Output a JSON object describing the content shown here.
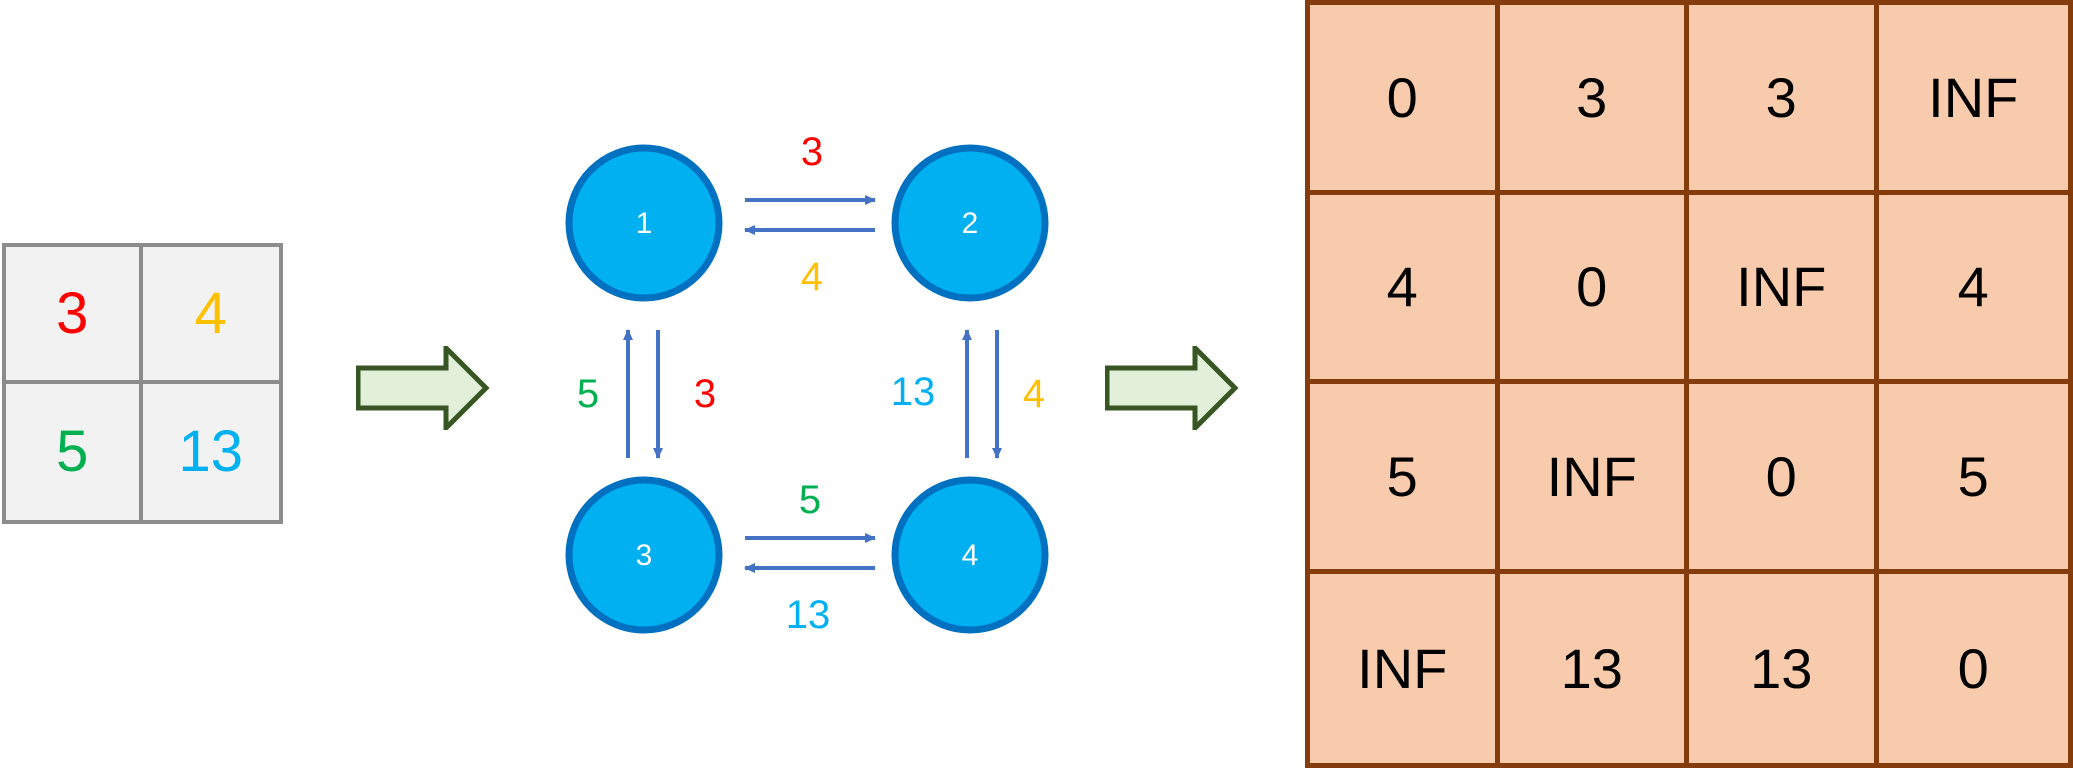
{
  "input_grid": {
    "cells": [
      {
        "value": "3",
        "color": "#ff0000"
      },
      {
        "value": "4",
        "color": "#ffc000"
      },
      {
        "value": "5",
        "color": "#00b050"
      },
      {
        "value": "13",
        "color": "#00b0f0"
      }
    ]
  },
  "graph": {
    "node_color": "#00b0f0",
    "node_border": "#0070c0",
    "edge_color": "#4472c4",
    "nodes": [
      "1",
      "2",
      "3",
      "4"
    ],
    "edge_labels": {
      "n1_to_n2": {
        "value": "3",
        "color": "#ff0000"
      },
      "n2_to_n1": {
        "value": "4",
        "color": "#ffc000"
      },
      "n3_to_n1": {
        "value": "5",
        "color": "#00b050"
      },
      "n1_to_n3": {
        "value": "3",
        "color": "#ff0000"
      },
      "n4_to_n2": {
        "value": "13",
        "color": "#00b0f0"
      },
      "n2_to_n4": {
        "value": "4",
        "color": "#ffc000"
      },
      "n3_to_n4": {
        "value": "5",
        "color": "#00b050"
      },
      "n4_to_n3": {
        "value": "13",
        "color": "#00b0f0"
      }
    }
  },
  "matrix": {
    "rows": [
      [
        "0",
        "3",
        "3",
        "INF"
      ],
      [
        "4",
        "0",
        "INF",
        "4"
      ],
      [
        "5",
        "INF",
        "0",
        "5"
      ],
      [
        "INF",
        "13",
        "13",
        "0"
      ]
    ],
    "fill_color": "#f8cbad",
    "border_color": "#843c0c"
  },
  "block_arrow": {
    "fill": "#e2efd9",
    "stroke": "#375623"
  }
}
